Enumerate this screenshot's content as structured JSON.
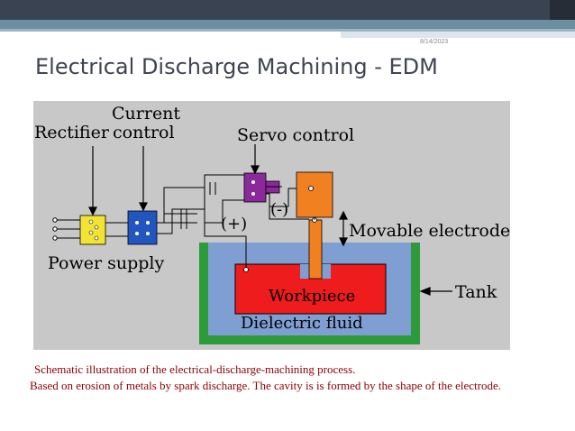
{
  "slide": {
    "date": "8/14/2023",
    "title": "Electrical Discharge Machining - EDM"
  },
  "diagram": {
    "label_current_line1": "Current",
    "label_current_line2": "control",
    "label_rectifier": "Rectifier",
    "label_servo": "Servo control",
    "label_minus": "(-)",
    "label_plus": "(+)",
    "label_movable": "Movable electrode",
    "label_power": "Power supply",
    "label_workpiece": "Workpiece",
    "label_tank": "Tank",
    "label_dielectric": "Dielectric fluid",
    "colors": {
      "background": "#c8c8c8",
      "tank_wall": "#2e9b3a",
      "fluid": "#7f9fd3",
      "workpiece": "#ee1c1c",
      "electrode": "#f08020",
      "servo": "#8a2a9a",
      "rectifier": "#f3e433",
      "current_control": "#2255c0"
    }
  },
  "captions": {
    "line1": "Schematic illustration of the electrical-discharge-machining process.",
    "line2": "Based on erosion of metals by spark discharge. The cavity is is formed by the shape of the electrode."
  }
}
